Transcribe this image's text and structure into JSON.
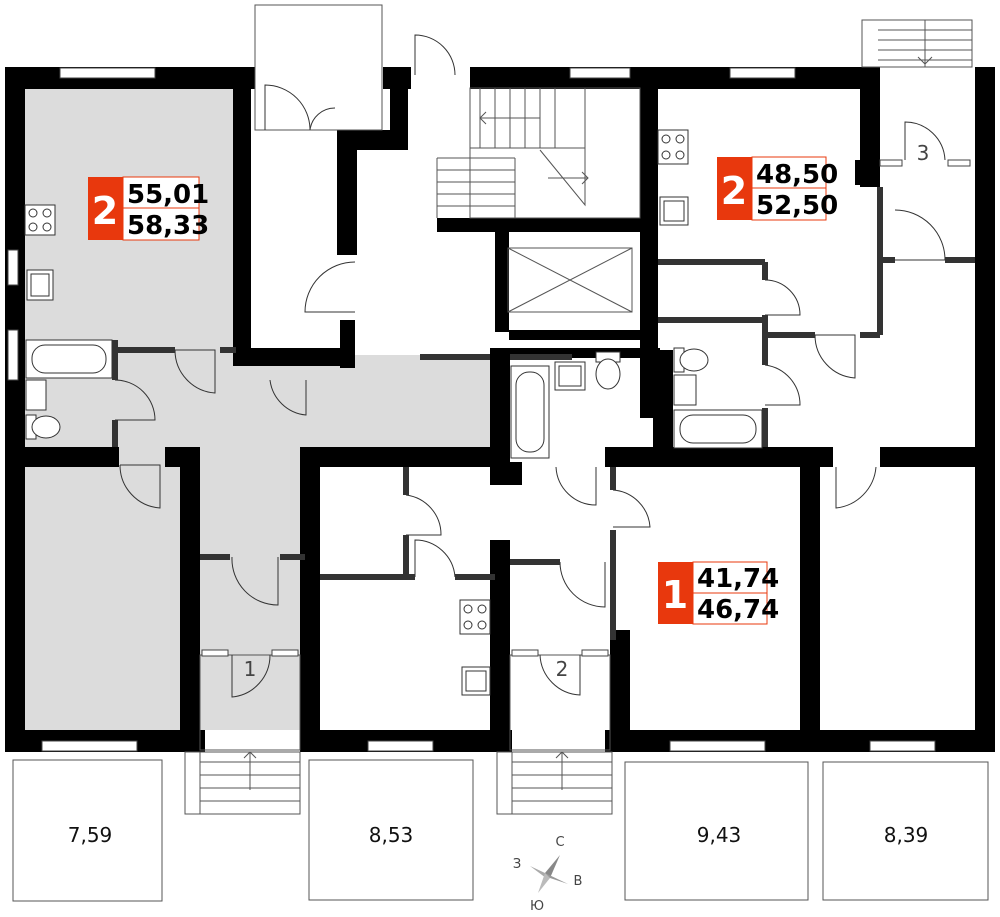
{
  "apartments": [
    {
      "rooms": "2",
      "living_area": "55,01",
      "total_area": "58,33",
      "badge_color": "#E8380D"
    },
    {
      "rooms": "2",
      "living_area": "48,50",
      "total_area": "52,50",
      "badge_color": "#E8380D"
    },
    {
      "rooms": "1",
      "living_area": "41,74",
      "total_area": "46,74",
      "badge_color": "#E8380D"
    }
  ],
  "entrances": [
    "1",
    "2",
    "3"
  ],
  "terraces": [
    "7,59",
    "8,53",
    "9,43",
    "8,39"
  ],
  "compass": {
    "north": "С",
    "east": "В",
    "south": "Ю",
    "west": "З"
  },
  "colors": {
    "highlight": "#DCDCDC",
    "walls": "#000000",
    "badge": "#E8380D"
  }
}
